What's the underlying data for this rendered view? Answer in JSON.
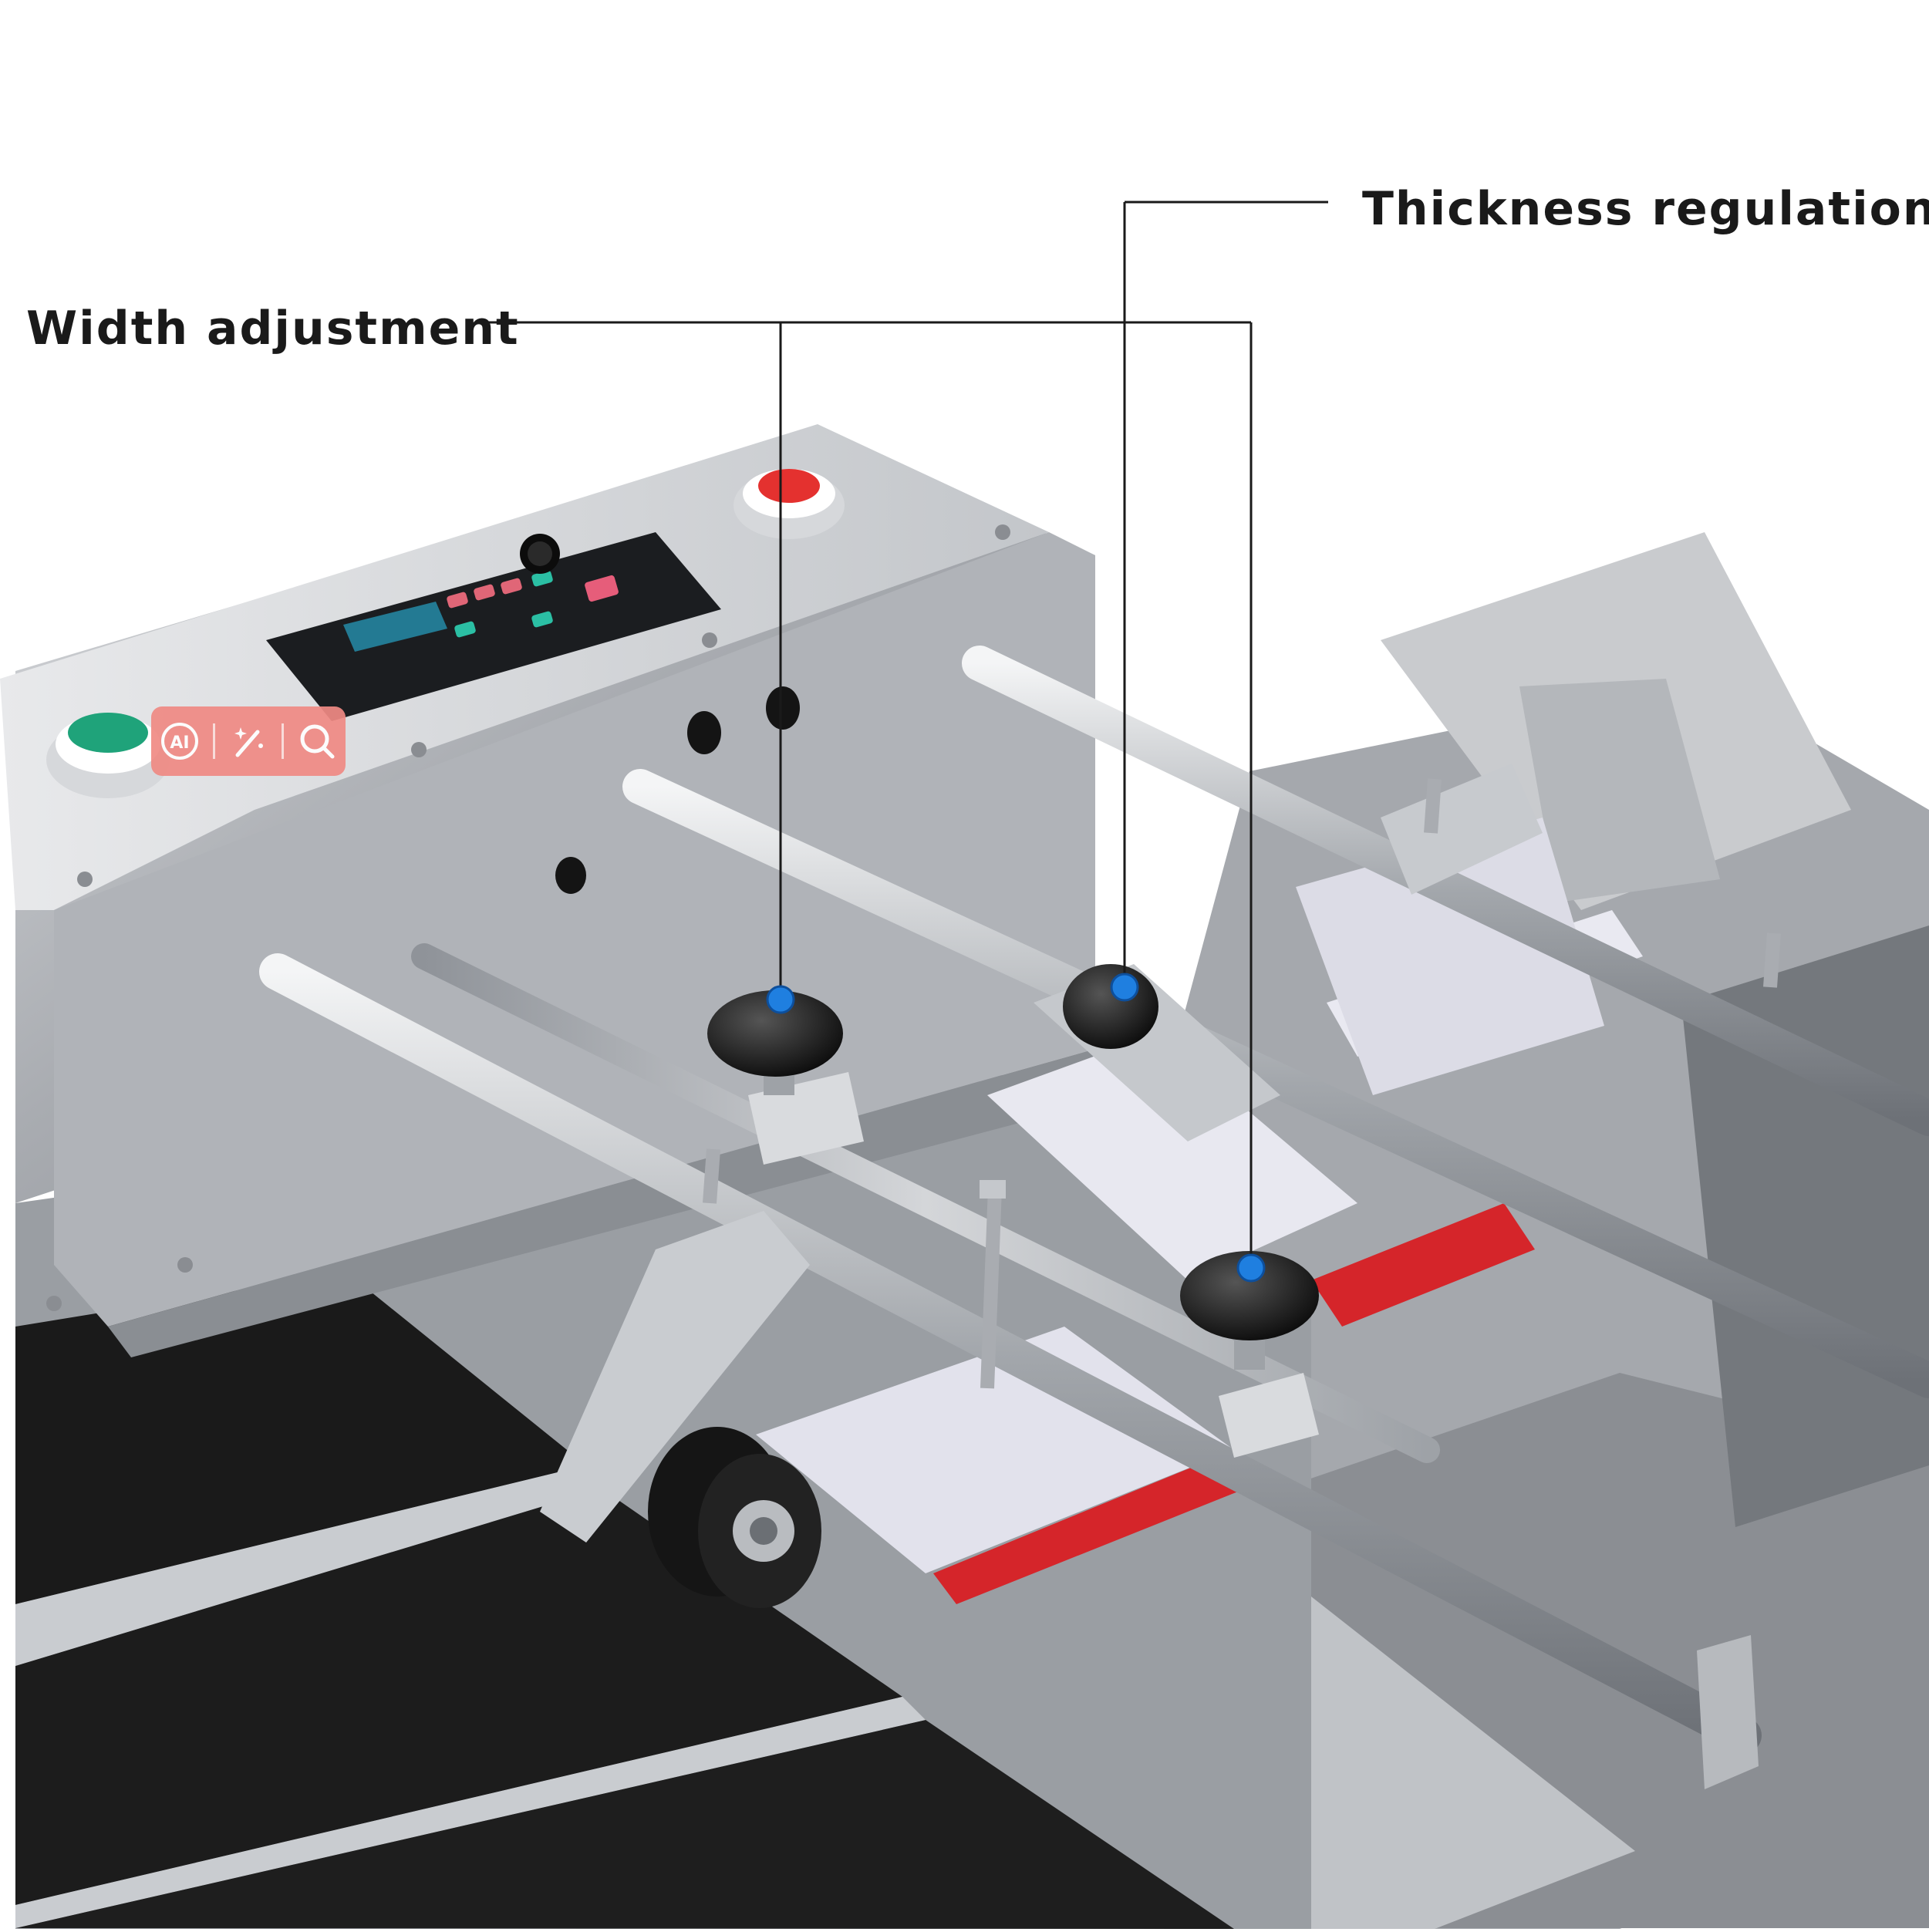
{
  "callouts": {
    "width_adjustment": "Width adjustment",
    "thickness_regulation": "Thickness regulation"
  },
  "overlay_toolbar": {
    "icons": [
      "ai-icon",
      "magic-wand-icon",
      "search-icon"
    ],
    "ai_text": "AI"
  },
  "colors": {
    "marker": "#1f7fe0",
    "stop_button": "#e4312f",
    "start_button": "#1fa37a",
    "display_digits": "#29c7f2",
    "belt": "#1c1c1c",
    "steel": "#b9bcc0"
  }
}
